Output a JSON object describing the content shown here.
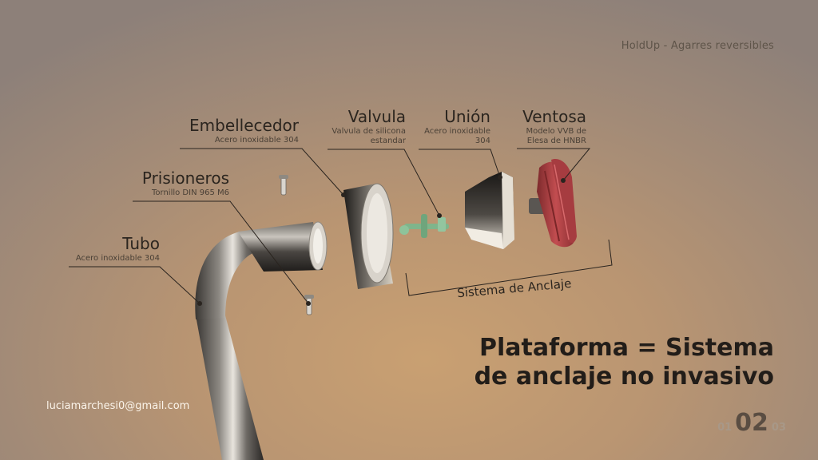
{
  "header": {
    "brand": "HoldUp - Agarres reversibles"
  },
  "parts": {
    "embellecedor": {
      "title": "Embellecedor",
      "subtitle": "Acero inoxidable 304"
    },
    "prisioneros": {
      "title": "Prisioneros",
      "subtitle": "Tornillo DIN 965 M6"
    },
    "tubo": {
      "title": "Tubo",
      "subtitle": "Acero inoxidable 304"
    },
    "valvula": {
      "title": "Valvula",
      "subtitle_1": "Valvula de silicona",
      "subtitle_2": "estandar"
    },
    "union": {
      "title": "Unión",
      "subtitle_1": "Acero inoxidable",
      "subtitle_2": "304"
    },
    "ventosa": {
      "title": "Ventosa",
      "subtitle_1": "Modelo VVB de",
      "subtitle_2": "Elesa de HNBR"
    }
  },
  "anchor_label": "Sistema de Anclaje",
  "headline": {
    "line1": "Plataforma = Sistema",
    "line2": "de anclaje no invasivo"
  },
  "footer": {
    "email": "luciamarchesi0@gmail.com"
  },
  "pager": {
    "prev": "01",
    "current": "02",
    "next": "03"
  },
  "colors": {
    "ventosa": "#b8474a",
    "valvula": "#7fb58b",
    "steel": "#b0aba4"
  }
}
